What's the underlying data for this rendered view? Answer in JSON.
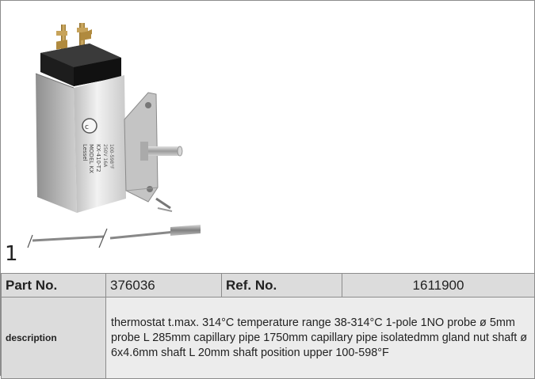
{
  "figure": {
    "callout_number": "1",
    "product_label_lines": [
      "MODEL KX",
      "KX-410-T2",
      "Lessel",
      "250V 16A",
      "100-598°F"
    ],
    "colors": {
      "housing": "#dcdcdc",
      "terminal_block": "#1c1c1c",
      "terminals": "#b08a3e",
      "shaft": "#b8b8b8",
      "bulb": "#9a9a9a"
    }
  },
  "table": {
    "part_no_label": "Part No.",
    "part_no_value": "376036",
    "ref_no_label": "Ref. No.",
    "ref_no_value": "1611900",
    "description_label": "description",
    "description_text": "thermostat t.max. 314°C temperature range 38-314°C 1-pole 1NO probe ø 5mm probe L 285mm capillary pipe 1750mm capillary pipe isolatedmm gland nut shaft ø 6x4.6mm shaft L 20mm shaft position upper 100-598°F"
  }
}
